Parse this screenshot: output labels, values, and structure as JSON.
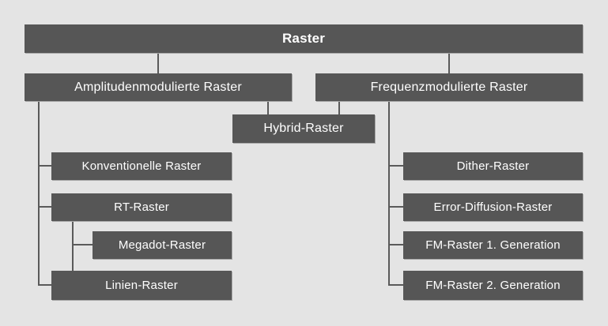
{
  "diagram": {
    "colors": {
      "background": "#e4e4e4",
      "box_fill": "#565656",
      "box_text": "#ffffff",
      "connector": "#5a5a5a",
      "shadow": "#a8a8a8"
    },
    "nodes": {
      "root": {
        "label": "Raster"
      },
      "am": {
        "label": "Amplitudenmodulierte Raster"
      },
      "fm": {
        "label": "Frequenzmodulierte Raster"
      },
      "hybrid": {
        "label": "Hybrid-Raster"
      },
      "konventionelle": {
        "label": "Konventionelle Raster"
      },
      "rt": {
        "label": "RT-Raster"
      },
      "megadot": {
        "label": "Megadot-Raster"
      },
      "linien": {
        "label": "Linien-Raster"
      },
      "dither": {
        "label": "Dither-Raster"
      },
      "error_diffusion": {
        "label": "Error-Diffusion-Raster"
      },
      "fm_gen1": {
        "label": "FM-Raster 1. Generation"
      },
      "fm_gen2": {
        "label": "FM-Raster 2. Generation"
      }
    },
    "edges": [
      [
        "root",
        "am"
      ],
      [
        "root",
        "fm"
      ],
      [
        "am",
        "hybrid"
      ],
      [
        "fm",
        "hybrid"
      ],
      [
        "am",
        "konventionelle"
      ],
      [
        "am",
        "rt"
      ],
      [
        "am",
        "linien"
      ],
      [
        "rt",
        "megadot"
      ],
      [
        "fm",
        "dither"
      ],
      [
        "fm",
        "error_diffusion"
      ],
      [
        "fm",
        "fm_gen1"
      ],
      [
        "fm",
        "fm_gen2"
      ]
    ]
  }
}
